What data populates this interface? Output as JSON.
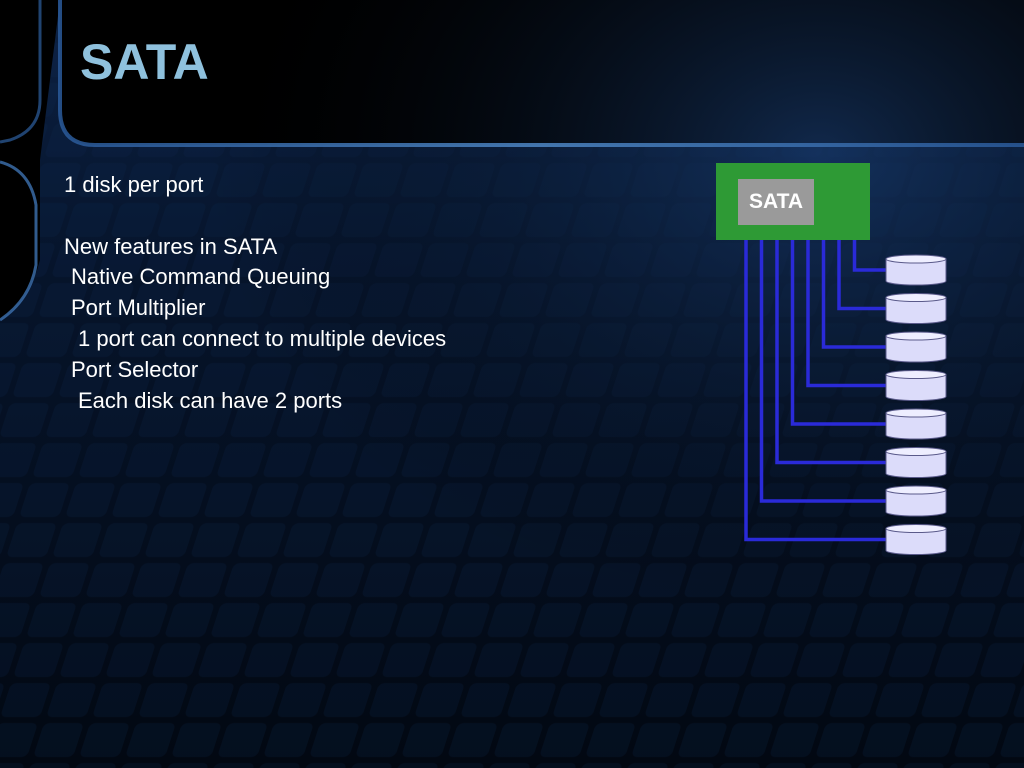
{
  "slide": {
    "title": "SATA",
    "lines": [
      {
        "text": "1 disk per port",
        "level": 0
      },
      {
        "text": "",
        "level": 0
      },
      {
        "text": "New features in SATA",
        "level": 0
      },
      {
        "text": "Native Command Queuing",
        "level": 1
      },
      {
        "text": "Port Multiplier",
        "level": 1
      },
      {
        "text": "1 port can connect to multiple devices",
        "level": 2
      },
      {
        "text": "Port Selector",
        "level": 1
      },
      {
        "text": "Each disk can have 2 ports",
        "level": 2
      }
    ]
  },
  "diagram": {
    "controller_label": "SATA",
    "disk_count": 8,
    "colors": {
      "controller_fill": "#2e9a35",
      "label_fill": "#9a9a9a",
      "cable": "#2a2ad8",
      "disk_fill": "#dcdcfa",
      "background_accent": "#1d3f75"
    }
  }
}
